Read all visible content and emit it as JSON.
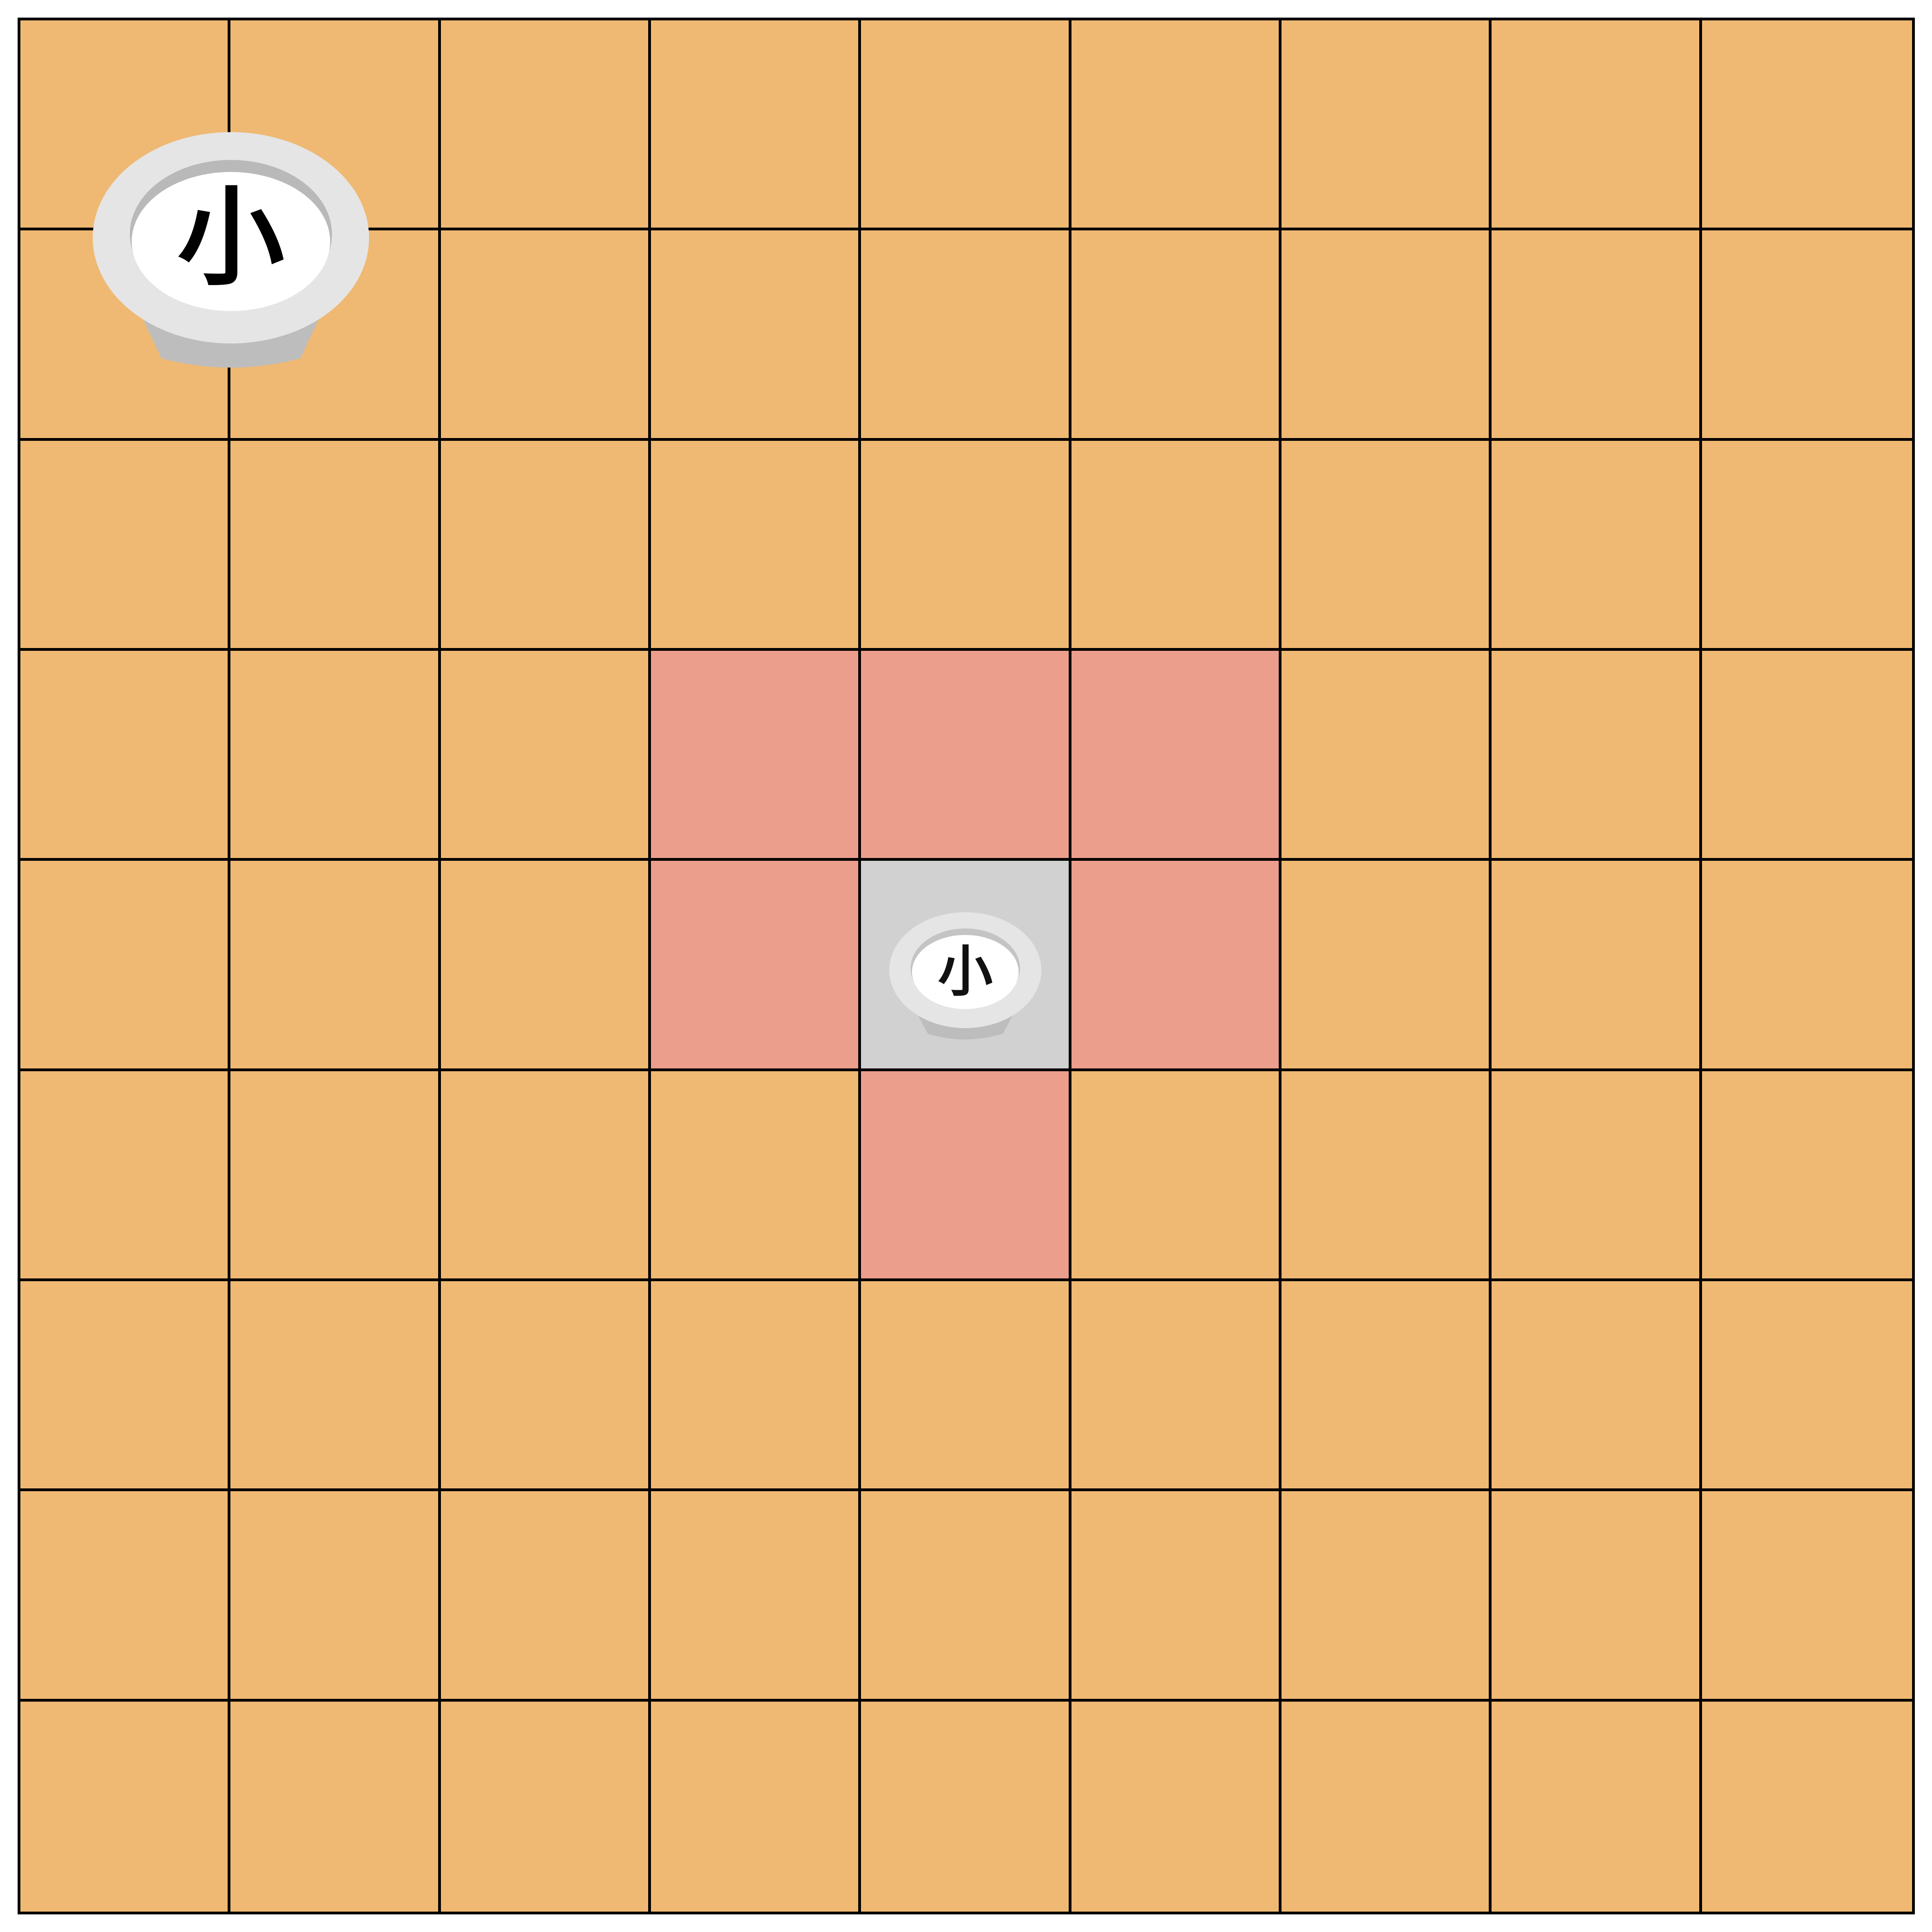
{
  "board": {
    "rows": 9,
    "cols": 9,
    "colors": {
      "square": "#EFB973",
      "move_target": "#EC9E8C",
      "selected": "#D1D1D1",
      "grid_line": "#000000"
    },
    "move_targets": [
      {
        "row": 3,
        "col": 3
      },
      {
        "row": 3,
        "col": 4
      },
      {
        "row": 3,
        "col": 5
      },
      {
        "row": 4,
        "col": 3
      },
      {
        "row": 4,
        "col": 5
      },
      {
        "row": 5,
        "col": 4
      }
    ],
    "selected": {
      "row": 4,
      "col": 4
    }
  },
  "pieces": [
    {
      "id": "captured-piece",
      "label": "小",
      "color": "white",
      "state": "large",
      "icon": "piece-icon"
    },
    {
      "id": "selected-piece",
      "label": "小",
      "color": "white",
      "row": 4,
      "col": 4,
      "state": "selected",
      "icon": "piece-icon"
    }
  ]
}
